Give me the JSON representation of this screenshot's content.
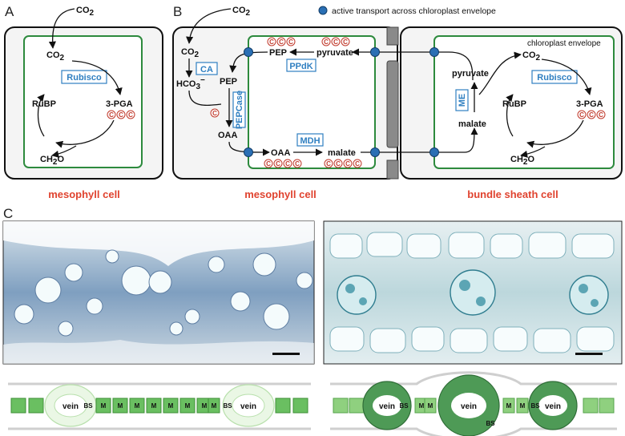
{
  "figure": {
    "panel_a": {
      "letter": "A",
      "co2_input": "CO",
      "co2_input_sub": "2",
      "co2_inner": "CO",
      "co2_inner_sub": "2",
      "rubisco": "Rubisco",
      "rubp": "RuBP",
      "pga": "3-PGA",
      "ch2o": "CH",
      "ch2o_sub": "2",
      "ch2o_o": "O",
      "carbon_label": "C",
      "cell_label": "mesophyll cell"
    },
    "panel_b": {
      "letter": "B",
      "legend": "active transport across chloroplast envelope",
      "co2_input": "CO",
      "co2_input_sub": "2",
      "meso": {
        "co2": "CO",
        "co2_sub": "2",
        "ca": "CA",
        "hco3": "HCO",
        "hco3_sub": "3",
        "hco3_sup": "−",
        "pep_outer": "PEP",
        "pepcase": "PEPCase",
        "oaa_outer": "OAA",
        "pep_chloro": "PEP",
        "pyruvate": "pyruvate",
        "ppdk": "PPdK",
        "mdh": "MDH",
        "oaa_chloro": "OAA",
        "malate": "malate",
        "cell_label": "mesophyll cell"
      },
      "bundle": {
        "envelope_label": "chloroplast envelope",
        "pyruvate": "pyruvate",
        "me": "ME",
        "malate": "malate",
        "co2": "CO",
        "co2_sub": "2",
        "rubisco": "Rubisco",
        "rubp": "RuBP",
        "pga": "3-PGA",
        "ch2o": "CH",
        "ch2o_sub": "2",
        "ch2o_o": "O",
        "cell_label": "bundle sheath cell"
      }
    },
    "panel_c": {
      "letter": "C",
      "left_schematic": {
        "vein": "vein",
        "bs": "BS",
        "m": "M"
      },
      "right_schematic": {
        "vein": "vein",
        "bs": "BS",
        "m": "M"
      }
    },
    "colors": {
      "chloroplast_green": "#2d8a3d",
      "enzyme_blue": "#2f7fc1",
      "carbon_red": "#c0392b",
      "cell_label_red": "#e0432f",
      "transporter_blue": "#2a6fb4"
    }
  }
}
